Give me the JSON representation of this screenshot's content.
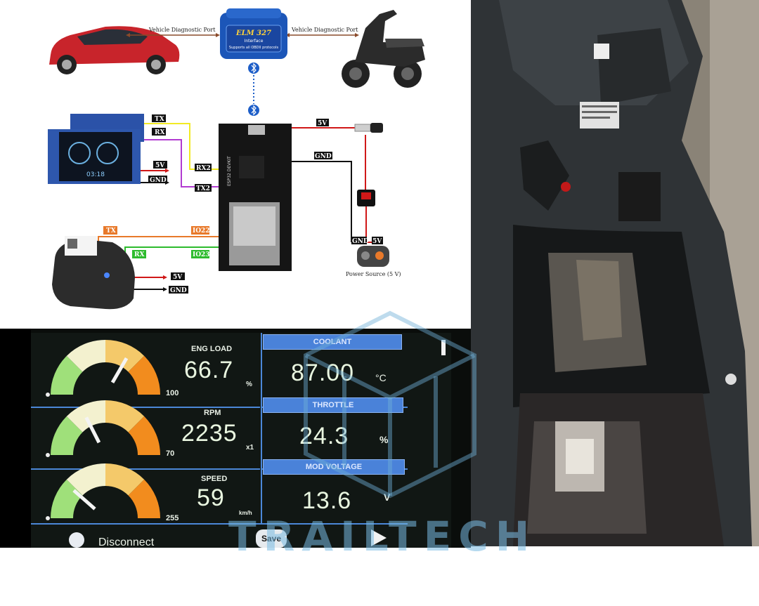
{
  "diagram": {
    "link_left": "Vehicle Diagnostic Port",
    "link_right": "Vehicle Diagnostic Port",
    "elm_title": "ELM 327",
    "elm_sub1": "Interface",
    "elm_sub2": "Supports all OBDII protocols",
    "display_tags": {
      "tx": "TX",
      "rx": "RX",
      "v5": "5V",
      "gnd": "GND",
      "time": "03:18"
    },
    "esp_tags": {
      "rx2": "RX2",
      "tx2": "TX2",
      "io22": "IO22",
      "io23": "IO23",
      "v5": "5V",
      "gnd": "GND",
      "board": "ESP32 DEVKIT"
    },
    "printer_tags": {
      "tx": "TX",
      "rx": "RX",
      "v5": "5V",
      "gnd": "GND"
    },
    "power_tags": {
      "gnd": "GND",
      "v5": "5V"
    },
    "power_label": "Power Source (5 V)"
  },
  "dashboard": {
    "gauges": [
      {
        "label": "ENG LOAD",
        "value": "66.7",
        "unit": "%",
        "max": "100",
        "level": 0.667
      },
      {
        "label": "RPM",
        "value": "2235",
        "unit": "x1",
        "max": "70",
        "level": 0.35
      },
      {
        "label": "SPEED",
        "value": "59",
        "unit": "km/h",
        "max": "255",
        "level": 0.23
      }
    ],
    "panels": [
      {
        "title": "COOLANT",
        "value": "87.00",
        "unit": "°C"
      },
      {
        "title": "THROTTLE",
        "value": "24.3",
        "unit": "%"
      },
      {
        "title": "MOD VOLTAGE",
        "value": "13.6",
        "unit": "V"
      }
    ],
    "disconnect": "Disconnect",
    "save": "Save"
  },
  "watermark": "TRAILTECH",
  "colors": {
    "tx_line": "#e8792a",
    "rx_line": "#2dbb2d",
    "power_line": "#d01818",
    "gnd_line": "#111111",
    "uart_yellow": "#f2ea24",
    "uart_purple": "#b23bd1",
    "panel_blue": "#4a82d9"
  }
}
